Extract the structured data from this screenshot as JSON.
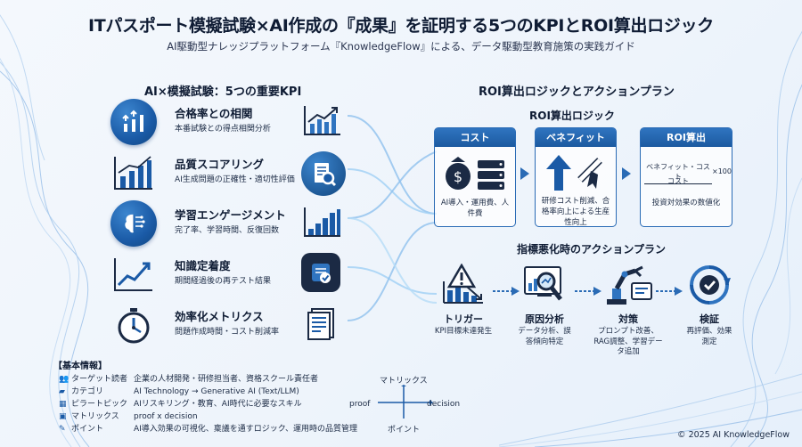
{
  "header": {
    "title": "ITパスポート模擬試験×AI作成の『成果』を証明する5つのKPIとROI算出ロジック",
    "subtitle": "AI駆動型ナレッジプラットフォーム『KnowledgeFlow』による、データ駆動型教育施策の実践ガイド"
  },
  "kpi_section": {
    "heading": "AI×模擬試験：5つの重要KPI",
    "items": [
      {
        "name": "合格率との相関",
        "desc": "本番試験との得点相関分析",
        "icon": "trophy-arrows-icon",
        "right_icon": "rising-chart-icon"
      },
      {
        "name": "品質スコアリング",
        "desc": "AI生成問題の正確性・適切性評価",
        "icon": "bar-chart-icon",
        "right_icon": "document-inspect-icon"
      },
      {
        "name": "学習エンゲージメント",
        "desc": "完了率、学習時間、反復回数",
        "icon": "brain-icon",
        "right_icon": "bar-chart-icon"
      },
      {
        "name": "知識定着度",
        "desc": "期間経過後の再テスト結果",
        "icon": "growth-chart-icon",
        "right_icon": "chip-check-icon"
      },
      {
        "name": "効率化メトリクス",
        "desc": "問題作成時間・コスト削減率",
        "icon": "stopwatch-icon",
        "right_icon": "document-list-icon"
      }
    ]
  },
  "roi_section": {
    "heading": "ROI算出ロジックとアクションプラン",
    "logic_title": "ROI算出ロジック",
    "boxes": [
      {
        "head": "コスト",
        "text": "AI導入・運用費、人件費"
      },
      {
        "head": "ベネフィット",
        "text": "研修コスト削減、合格率向上による生産性向上"
      },
      {
        "head": "ROI算出",
        "formula_num": "ベネフィット・コスト",
        "formula_den": "コスト",
        "formula_mult": "×100",
        "text": "投資対効果の数値化"
      }
    ],
    "action_title": "指標悪化時のアクションプラン",
    "steps": [
      {
        "name": "トリガー",
        "desc": "KPI目標未達発生",
        "icon": "warning-icon"
      },
      {
        "name": "原因分析",
        "desc": "データ分析、誤答傾向特定",
        "icon": "magnifier-icon"
      },
      {
        "name": "対策",
        "desc": "プロンプト改善、RAG調整、学習データ追加",
        "icon": "robot-arm-icon"
      },
      {
        "name": "検証",
        "desc": "再評価、効果測定",
        "icon": "cycle-check-icon"
      }
    ]
  },
  "info": {
    "title": "【基本情報】",
    "rows": [
      {
        "icon": "users-icon",
        "label": "ターゲット読者",
        "value": "企業の人材開発・研修担当者、資格スクール責任者"
      },
      {
        "icon": "folder-icon",
        "label": "カテゴリ",
        "value": "AI Technology → Generative AI (Text/LLM)"
      },
      {
        "icon": "pillar-icon",
        "label": "ピラートピック",
        "value": "AIリスキリング・教育、AI時代に必要なスキル"
      },
      {
        "icon": "grid-icon",
        "label": "マトリックス",
        "value": "proof x decision"
      },
      {
        "icon": "pencil-icon",
        "label": "ポイント",
        "value": "AI導入効果の可視化、稟議を通すロジック、運用時の品質管理"
      }
    ]
  },
  "matrix": {
    "top": "マトリックス",
    "left": "proof",
    "right": "decision",
    "bottom": "ポイント"
  },
  "footer": {
    "copyright": "© 2025 AI KnowledgeFlow"
  },
  "colors": {
    "primary": "#1a5aa6",
    "accent": "#2f74c0",
    "bg": "#eef4fb"
  }
}
